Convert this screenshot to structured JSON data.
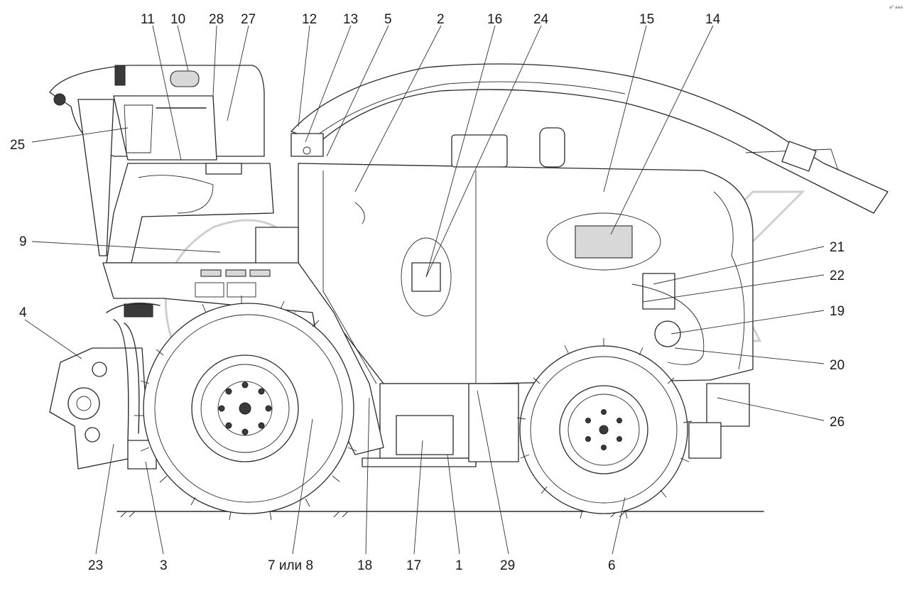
{
  "corner_mark": "a² aaa",
  "callouts": [
    {
      "label": "11"
    },
    {
      "label": "10"
    },
    {
      "label": "28"
    },
    {
      "label": "27"
    },
    {
      "label": "12"
    },
    {
      "label": "13"
    },
    {
      "label": "5"
    },
    {
      "label": "2"
    },
    {
      "label": "16"
    },
    {
      "label": "24"
    },
    {
      "label": "15"
    },
    {
      "label": "14"
    },
    {
      "label": "25"
    },
    {
      "label": "9"
    },
    {
      "label": "4"
    },
    {
      "label": "21"
    },
    {
      "label": "22"
    },
    {
      "label": "19"
    },
    {
      "label": "20"
    },
    {
      "label": "26"
    },
    {
      "label": "23"
    },
    {
      "label": "3"
    },
    {
      "label": "7 или 8"
    },
    {
      "label": "18"
    },
    {
      "label": "17"
    },
    {
      "label": "1"
    },
    {
      "label": "29"
    },
    {
      "label": "6"
    }
  ]
}
